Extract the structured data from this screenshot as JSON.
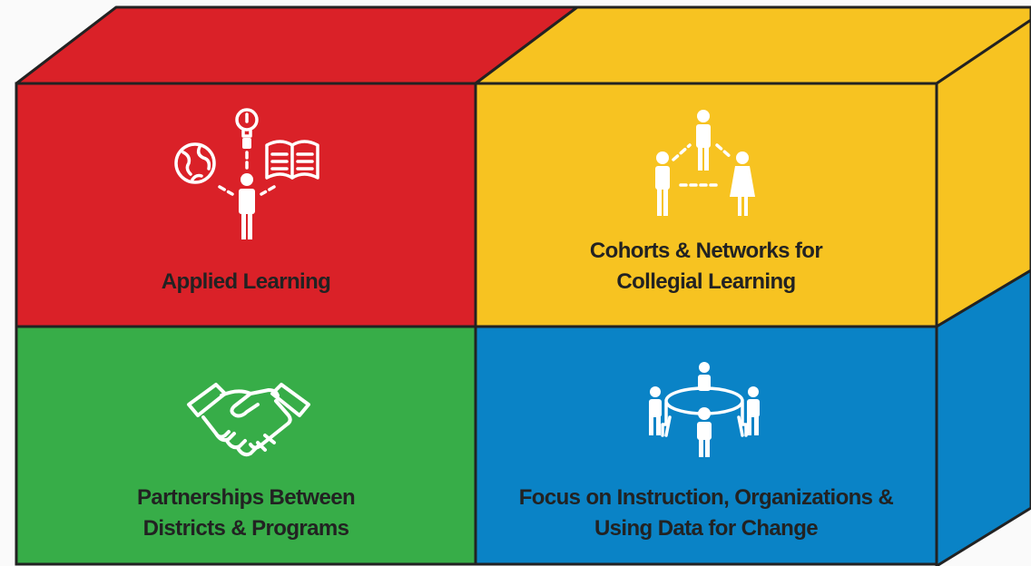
{
  "colors": {
    "red": "#da2128",
    "yellow": "#f7c321",
    "green": "#37ad48",
    "blue": "#0a83c6",
    "outline": "#222222",
    "icon": "#ffffff"
  },
  "blocks": [
    {
      "id": "applied-learning",
      "color": "red",
      "icon": "learner-globe-lightbulb-book-icon",
      "lines": [
        "Applied Learning"
      ]
    },
    {
      "id": "cohorts-networks",
      "color": "yellow",
      "icon": "people-network-icon",
      "lines": [
        "Cohorts & Networks for",
        "Collegial Learning"
      ]
    },
    {
      "id": "partnerships",
      "color": "green",
      "icon": "handshake-icon",
      "lines": [
        "Partnerships Between",
        "Districts & Programs"
      ]
    },
    {
      "id": "focus-instruction",
      "color": "blue",
      "icon": "meeting-table-icon",
      "lines": [
        "Focus on Instruction, Organizations &",
        "Using Data for Change"
      ]
    }
  ]
}
